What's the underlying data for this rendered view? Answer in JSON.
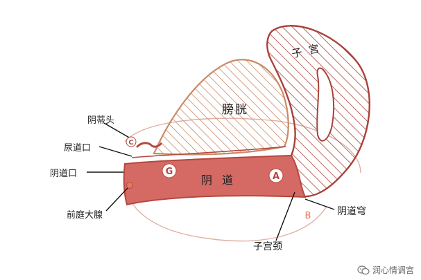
{
  "labels": {
    "clitoris": "阴蒂头",
    "urethral_opening": "尿道口",
    "vaginal_opening": "阴道口",
    "vestibular_gland": "前庭大腺",
    "bladder": "膀胱",
    "uterus": "子宫",
    "vagina": "阴道",
    "cervix": "子宫颈",
    "vaginal_fornix": "阴道穹"
  },
  "markers": {
    "a": "A",
    "b": "B",
    "c": "C",
    "g": "G"
  },
  "watermark": {
    "text": "润心情调宫",
    "icon": "wechat-icon"
  },
  "colors": {
    "outline": "#b5473f",
    "vagina_fill": "#d46a63",
    "bladder_hatch": "#c98a66",
    "uterus_hatch": "#a94239",
    "pelvic_outline": "#e0b0a5",
    "marker_b": "#e07a60"
  }
}
